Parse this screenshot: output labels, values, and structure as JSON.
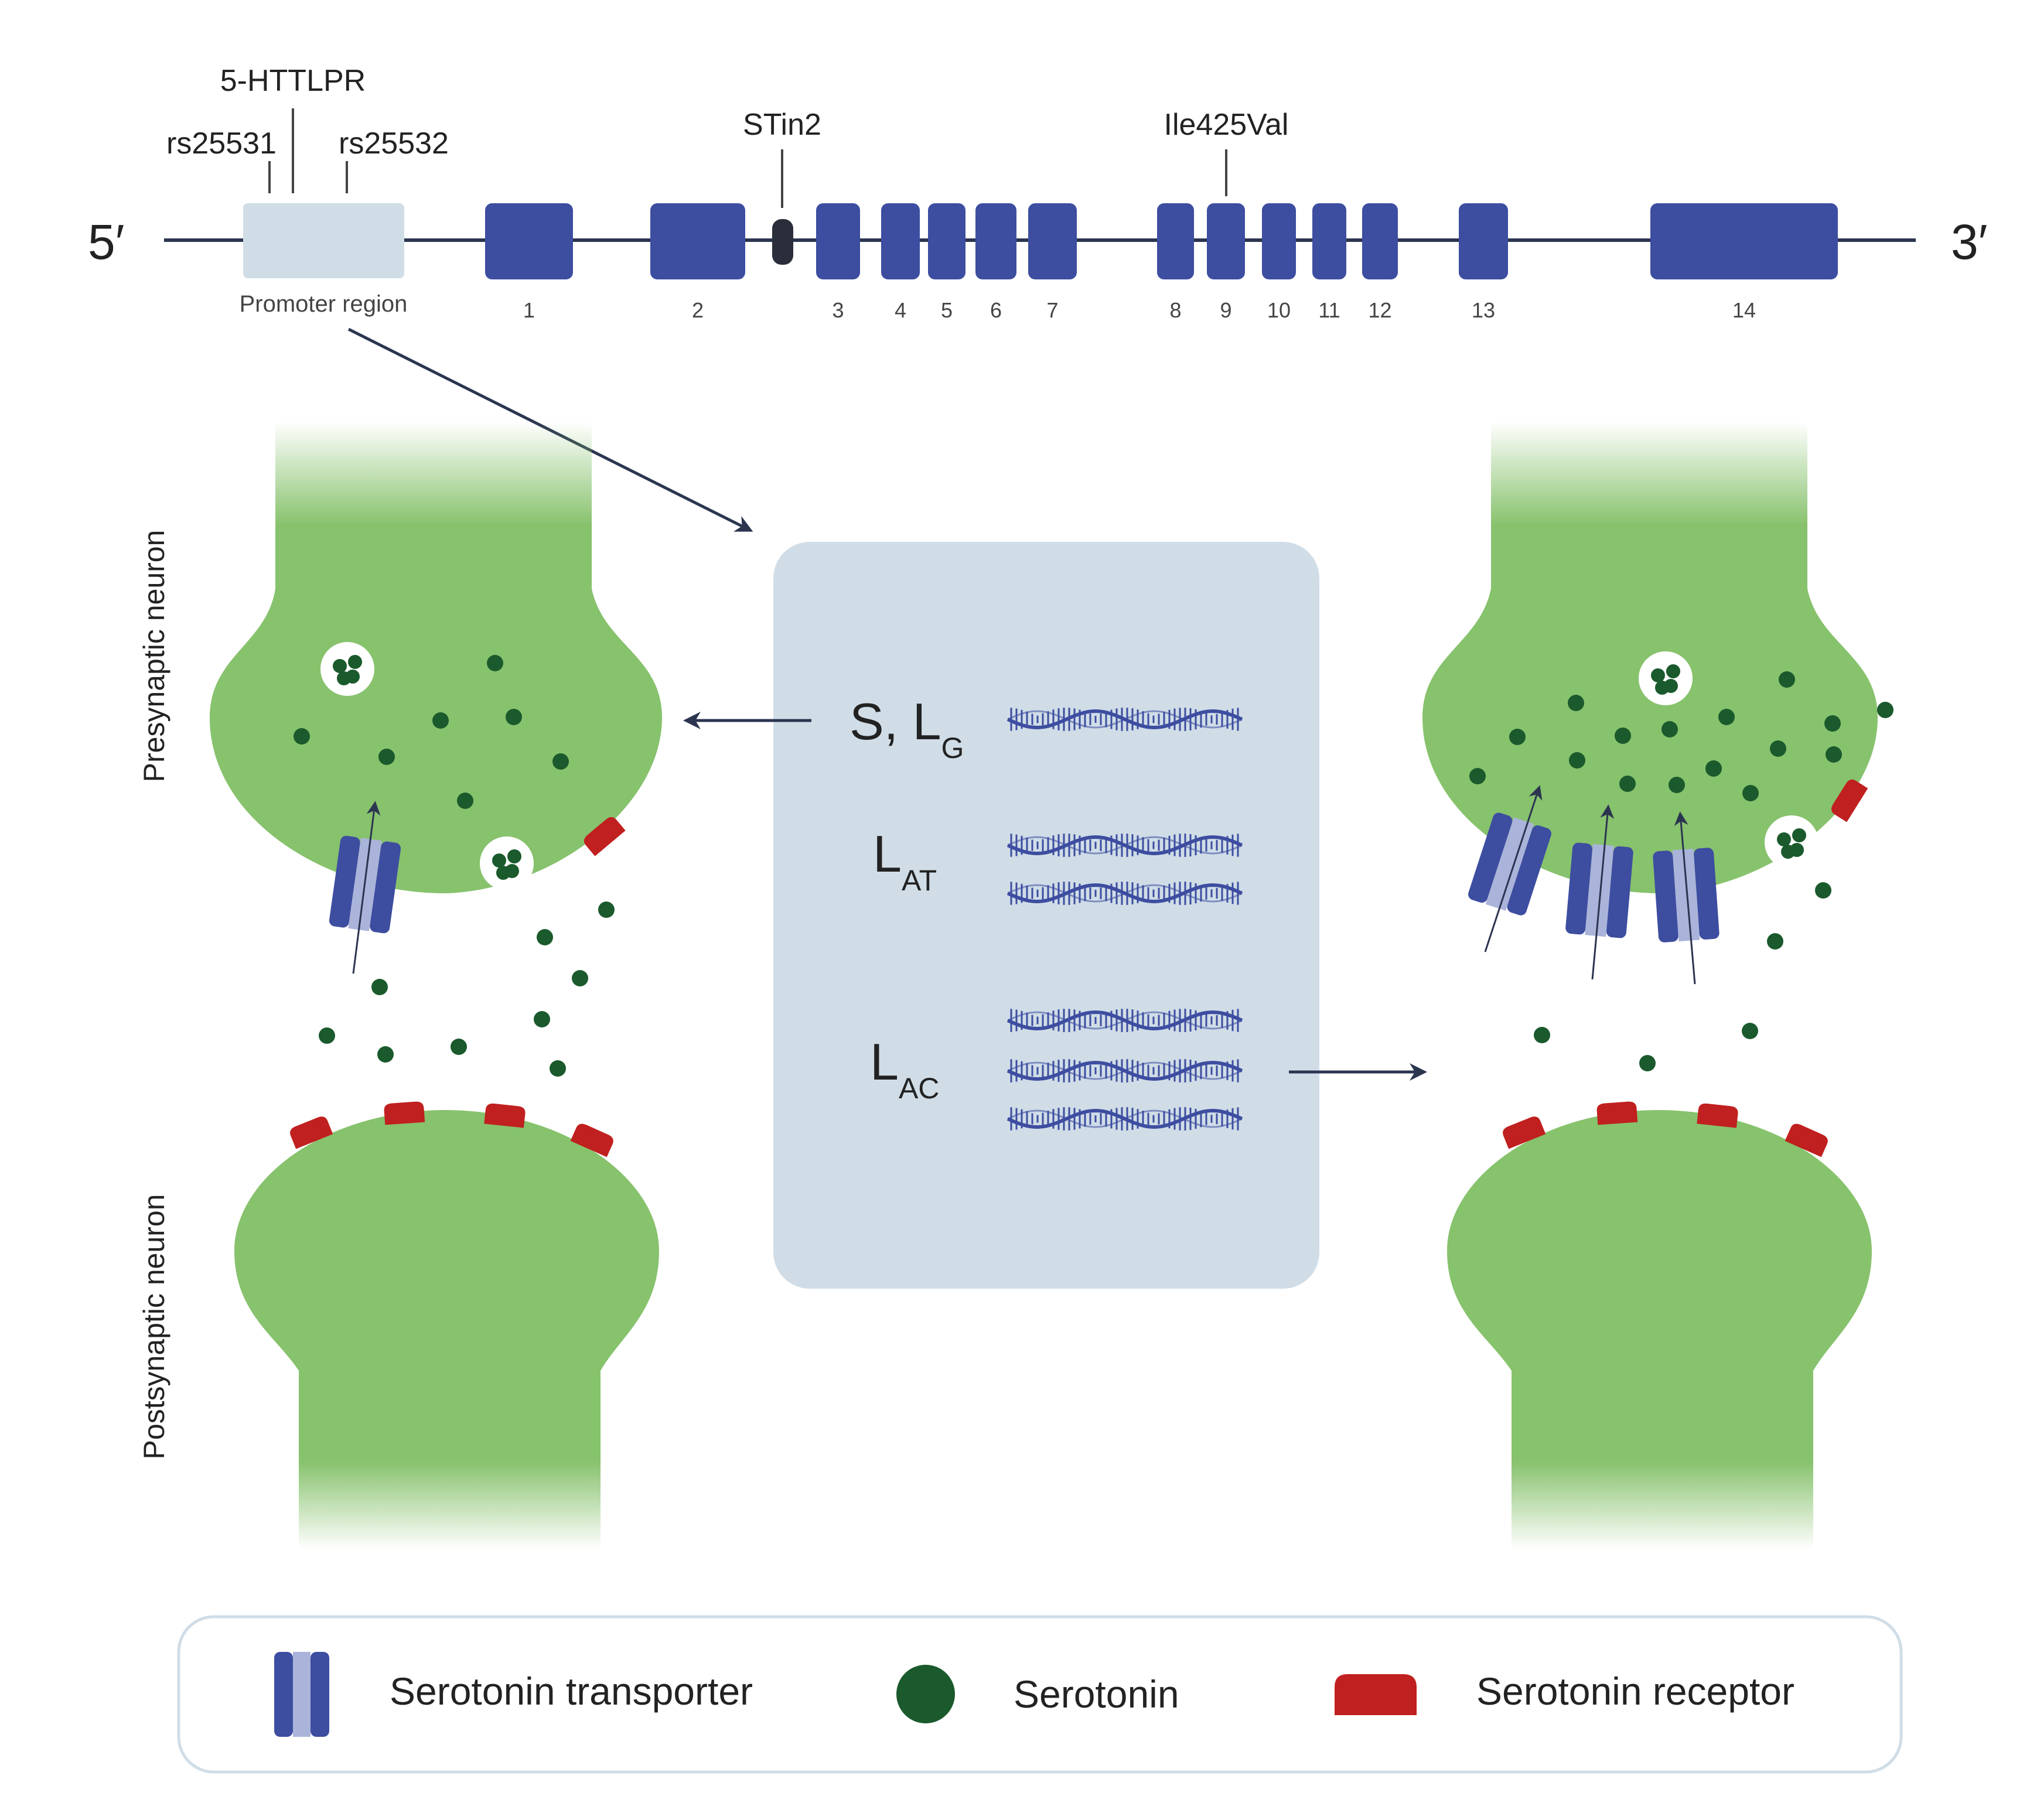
{
  "gene": {
    "five_prime": "5′",
    "three_prime": "3′",
    "promoter_label": "Promoter region",
    "markers": {
      "httlpr": "5-HTTLPR",
      "rs25531": "rs25531",
      "rs25532": "rs25532",
      "stin2": "STin2",
      "ile425val": "Ile425Val"
    },
    "exons": [
      "1",
      "2",
      "3",
      "4",
      "5",
      "6",
      "7",
      "8",
      "9",
      "10",
      "11",
      "12",
      "13",
      "14"
    ]
  },
  "side_labels": {
    "presynaptic": "Presynaptic neuron",
    "postsynaptic": "Postsynaptic neuron"
  },
  "genotypes": [
    {
      "main": "S, L",
      "sub": "G",
      "copies": 1
    },
    {
      "main": "L",
      "sub": "AT",
      "copies": 2
    },
    {
      "main": "L",
      "sub": "AC",
      "copies": 3
    }
  ],
  "legend": {
    "transporter": "Serotonin transporter",
    "serotonin": "Serotonin",
    "receptor": "Serotonin receptor"
  },
  "colors": {
    "neuron": "#87c26d",
    "exon": "#3d4da0",
    "promoter": "#d0dde7",
    "serotonin": "#1a5a2c",
    "receptor": "#c0201f",
    "panel": "#d0dde7",
    "arrow": "#2b3550"
  }
}
